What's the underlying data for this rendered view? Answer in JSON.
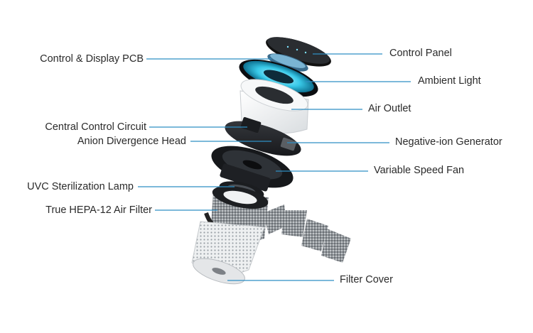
{
  "diagram": {
    "accent_color": "#2f8fc4",
    "labels": {
      "control_display_pcb": "Control & Display PCB",
      "central_control_circuit": "Central Control Circuit",
      "anion_divergence_head": "Anion Divergence Head",
      "uvc_sterilization_lamp": "UVC Sterilization Lamp",
      "true_hepa_filter": "True HEPA-12 Air Filter",
      "control_panel": "Control Panel",
      "ambient_light": "Ambient Light",
      "air_outlet": "Air Outlet",
      "negative_ion_generator": "Negative-ion Generator",
      "variable_speed_fan": "Variable Speed Fan",
      "filter_cover": "Filter Cover"
    }
  }
}
